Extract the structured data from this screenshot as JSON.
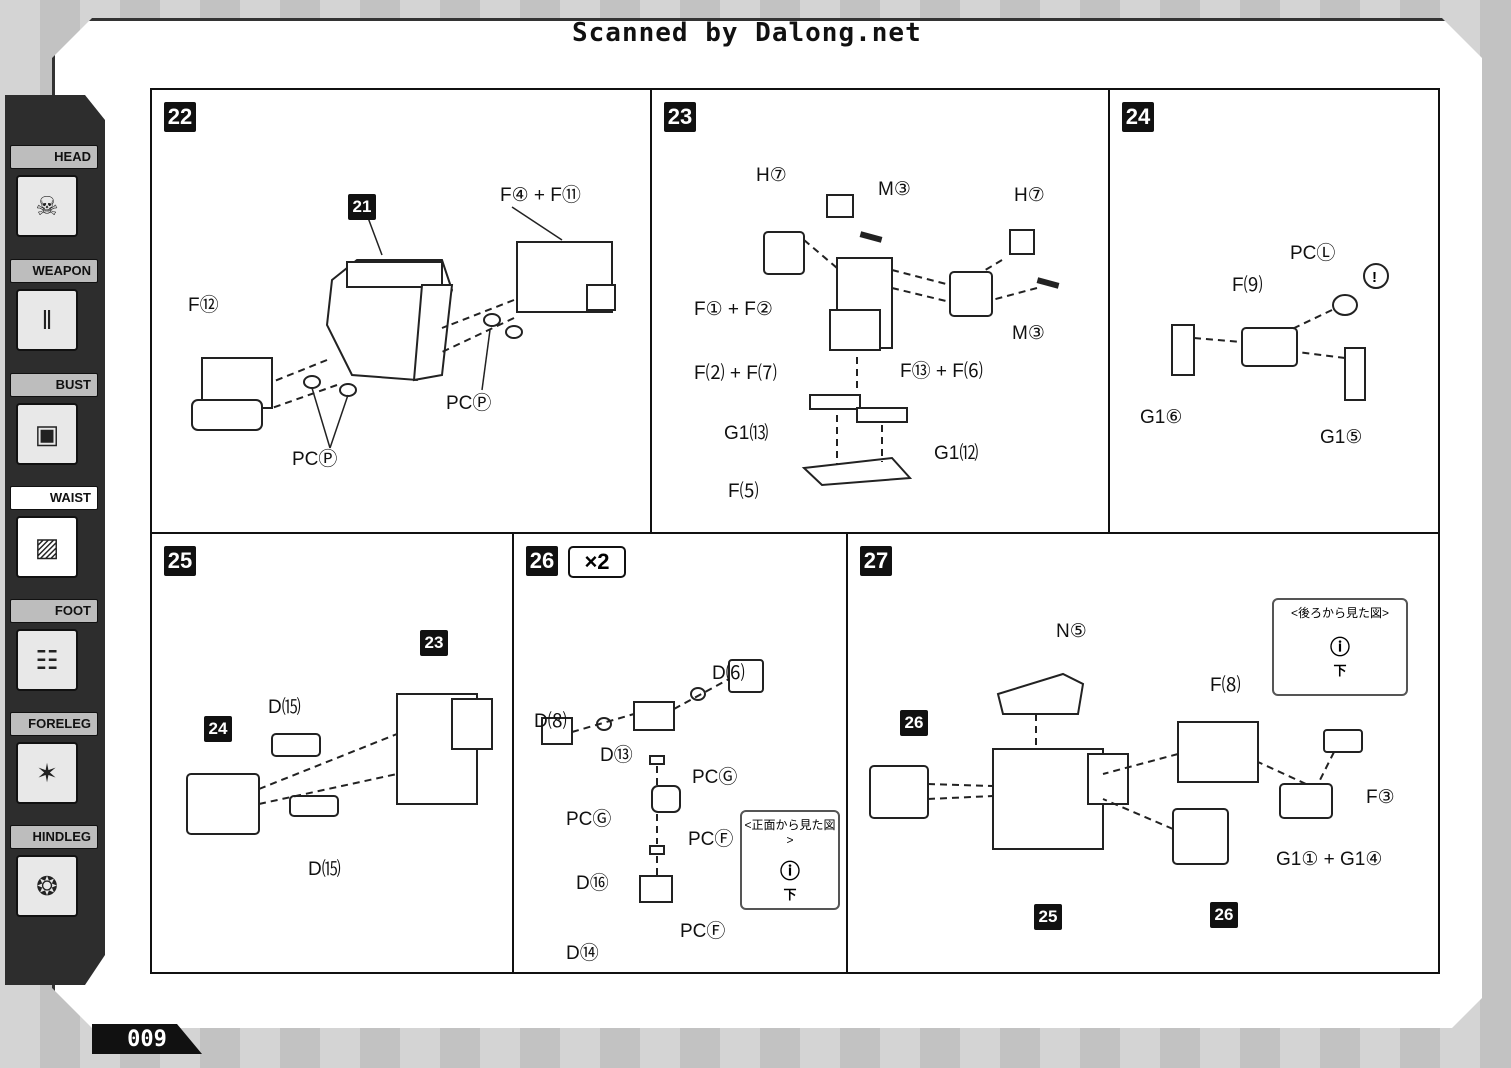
{
  "header": {
    "scanned": "Scanned by Dalong.net"
  },
  "sidebar": [
    {
      "label": "HEAD",
      "icon": "dragon-head-icon",
      "glyph": "☠"
    },
    {
      "label": "WEAPON",
      "icon": "cannons-icon",
      "glyph": "‖"
    },
    {
      "label": "BUST",
      "icon": "bust-icon",
      "glyph": "▣"
    },
    {
      "label": "WAIST",
      "icon": "waist-icon",
      "glyph": "▨",
      "active": true
    },
    {
      "label": "FOOT",
      "icon": "foot-icon",
      "glyph": "☷"
    },
    {
      "label": "FORELEG",
      "icon": "foreleg-icon",
      "glyph": "✶"
    },
    {
      "label": "HINDLEG",
      "icon": "hindleg-icon",
      "glyph": "❂"
    }
  ],
  "steps": [
    {
      "num": "22",
      "labels": [
        {
          "t": "F④ + F⑪"
        },
        {
          "t": "F⑫"
        },
        {
          "t": "PCⓅ"
        },
        {
          "t": "PCⓅ"
        }
      ],
      "badges": [
        "21"
      ]
    },
    {
      "num": "23",
      "labels": [
        {
          "t": "H⑦"
        },
        {
          "t": "M③"
        },
        {
          "t": "H⑦"
        },
        {
          "t": "F① + F②"
        },
        {
          "t": "M③"
        },
        {
          "t": "F⑵ + F⑺"
        },
        {
          "t": "F⑬ + F⑹"
        },
        {
          "t": "G1⒀"
        },
        {
          "t": "G1⑿"
        },
        {
          "t": "F⑸"
        }
      ]
    },
    {
      "num": "24",
      "labels": [
        {
          "t": "PCⓁ"
        },
        {
          "t": "F⑼"
        },
        {
          "t": "G1⑥"
        },
        {
          "t": "G1⑤"
        }
      ]
    },
    {
      "num": "25",
      "labels": [
        {
          "t": "D⒂"
        },
        {
          "t": "D⒂"
        }
      ],
      "badges": [
        "23",
        "24"
      ]
    },
    {
      "num": "26",
      "mult": "×2",
      "labels": [
        {
          "t": "D⑹"
        },
        {
          "t": "D⑬"
        },
        {
          "t": "D⑻"
        },
        {
          "t": "PCⒼ"
        },
        {
          "t": "PCⒼ"
        },
        {
          "t": "PCⒻ"
        },
        {
          "t": "D⑯"
        },
        {
          "t": "PCⒻ"
        },
        {
          "t": "D⑭"
        }
      ],
      "note": "<正面から見た図>",
      "note_dir": "下"
    },
    {
      "num": "27",
      "labels": [
        {
          "t": "N⑤"
        },
        {
          "t": "F⑻"
        },
        {
          "t": "F③"
        },
        {
          "t": "G1① + G1④"
        }
      ],
      "badges": [
        "26",
        "25",
        "26"
      ],
      "note": "<後ろから見た図>",
      "note_dir": "下"
    }
  ],
  "footer": {
    "page": "009"
  }
}
